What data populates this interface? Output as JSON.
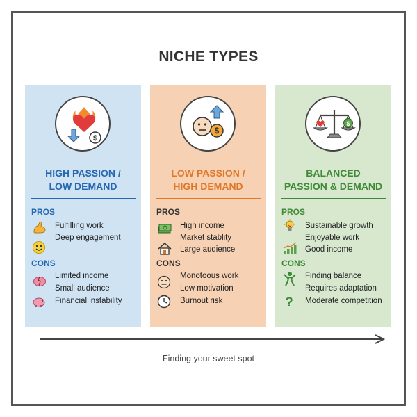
{
  "title": "NICHE TYPES",
  "columns": [
    {
      "heading_line1": "HIGH PASSION /",
      "heading_line2": "LOW DEMAND",
      "pros_label": "PROS",
      "pros": [
        "Fulfilling work",
        "Deep engagement"
      ],
      "cons_label": "CONS",
      "cons": [
        "Limited income",
        "Small audience",
        "Financial instability"
      ],
      "icons": [
        "heart-fire-dollar-down-icon",
        "flexed-arm-icon",
        "smiley-icon",
        "broken-piggy-bank-icon",
        "piggy-bank-icon"
      ],
      "accent": "#2468b2"
    },
    {
      "heading_line1": "LOW PASSION /",
      "heading_line2": "HIGH DEMAND",
      "pros_label": "PROS",
      "pros": [
        "High income",
        "Market stablity",
        "Large audience"
      ],
      "cons_label": "CONS",
      "cons": [
        "Monotoous work",
        "Low motivation",
        "Burnout risk"
      ],
      "icons": [
        "neutral-face-dollar-up-icon",
        "money-stack-icon",
        "house-icon",
        "neutral-face-icon",
        "clock-icon"
      ],
      "accent": "#e0782a"
    },
    {
      "heading_line1": "BALANCED",
      "heading_line2": "PASSION & DEMAND",
      "pros_label": "PROS",
      "pros": [
        "Sustainable growth",
        "Enjoyable work",
        "Good income"
      ],
      "cons_label": "CONS",
      "cons": [
        "Finding balance",
        "Requires adaptation",
        "Moderate competition"
      ],
      "icons": [
        "balance-scale-icon",
        "lightbulb-icon",
        "bar-chart-icon",
        "person-icon",
        "question-mark-icon"
      ],
      "accent": "#3f8a36"
    }
  ],
  "footer": "Finding your sweet spot",
  "colors": {
    "blue_panel": "#cfe3f3",
    "orange_panel": "#f7d1b3",
    "green_panel": "#d7e8cf"
  }
}
